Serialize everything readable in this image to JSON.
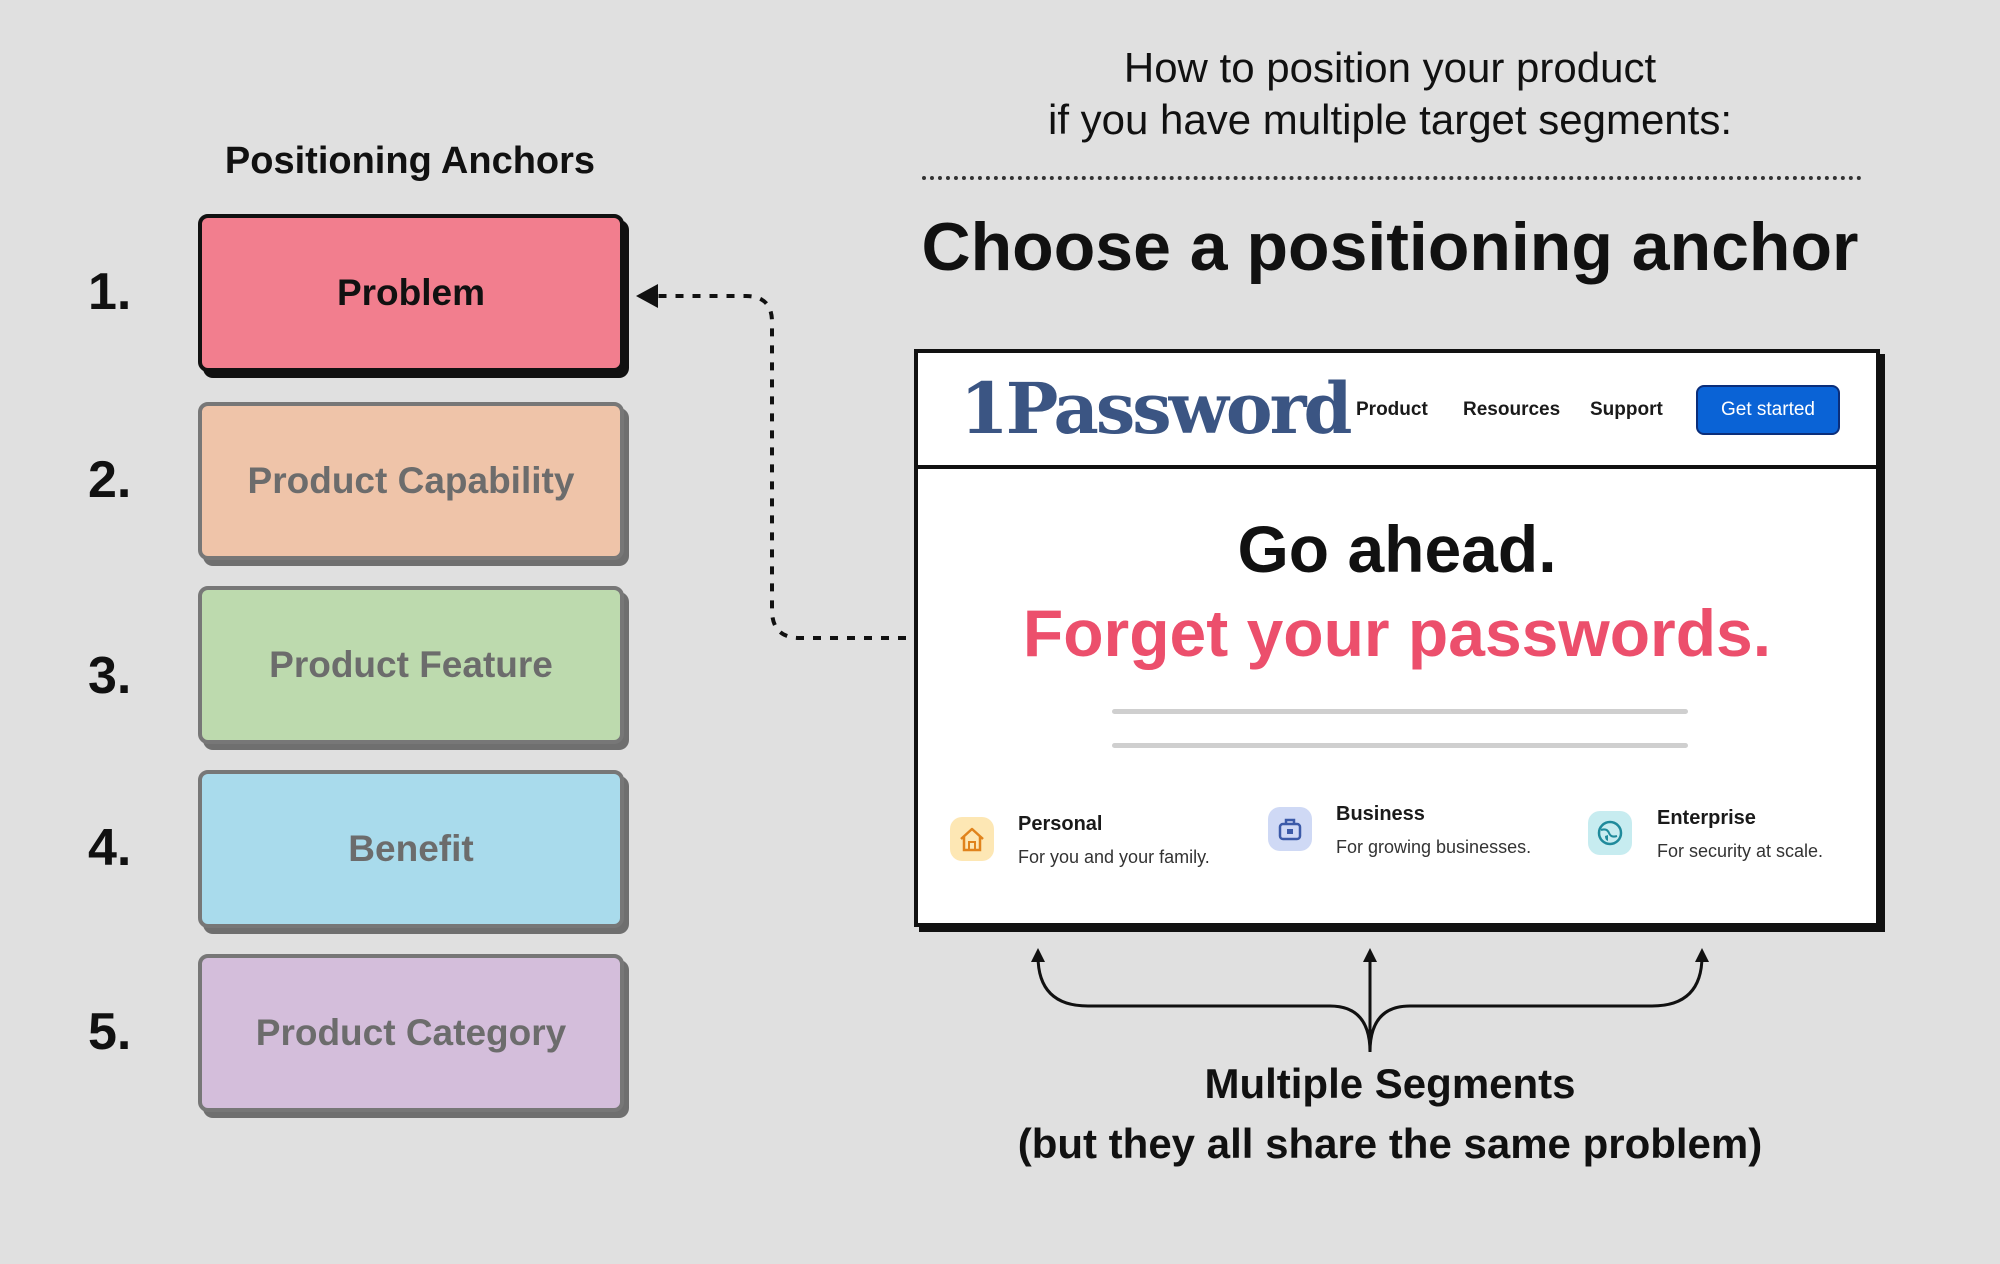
{
  "header": {
    "how_line1": "How to position your product",
    "how_line2": "if you have multiple target segments:",
    "choose": "Choose a positioning anchor"
  },
  "anchors": {
    "title": "Positioning Anchors",
    "items": [
      {
        "num": "1.",
        "label": "Problem",
        "color": "#f27e8e"
      },
      {
        "num": "2.",
        "label": "Product Capability",
        "color": "#efc4a9"
      },
      {
        "num": "3.",
        "label": "Product Feature",
        "color": "#bddaae"
      },
      {
        "num": "4.",
        "label": "Benefit",
        "color": "#a9dbec"
      },
      {
        "num": "5.",
        "label": "Product Category",
        "color": "#d4bedb"
      }
    ]
  },
  "site": {
    "logo": "1Password",
    "nav": [
      "Product",
      "Resources",
      "Support"
    ],
    "cta": "Get started",
    "headline1": "Go ahead.",
    "headline2": "Forget your passwords.",
    "segments": [
      {
        "title": "Personal",
        "sub": "For you and your family.",
        "icon": "house-icon"
      },
      {
        "title": "Business",
        "sub": "For growing businesses.",
        "icon": "briefcase-icon"
      },
      {
        "title": "Enterprise",
        "sub": "For security at scale.",
        "icon": "globe-shield-icon"
      }
    ]
  },
  "footer": {
    "line1": "Multiple Segments",
    "line2": "(but they all share the same problem)"
  }
}
